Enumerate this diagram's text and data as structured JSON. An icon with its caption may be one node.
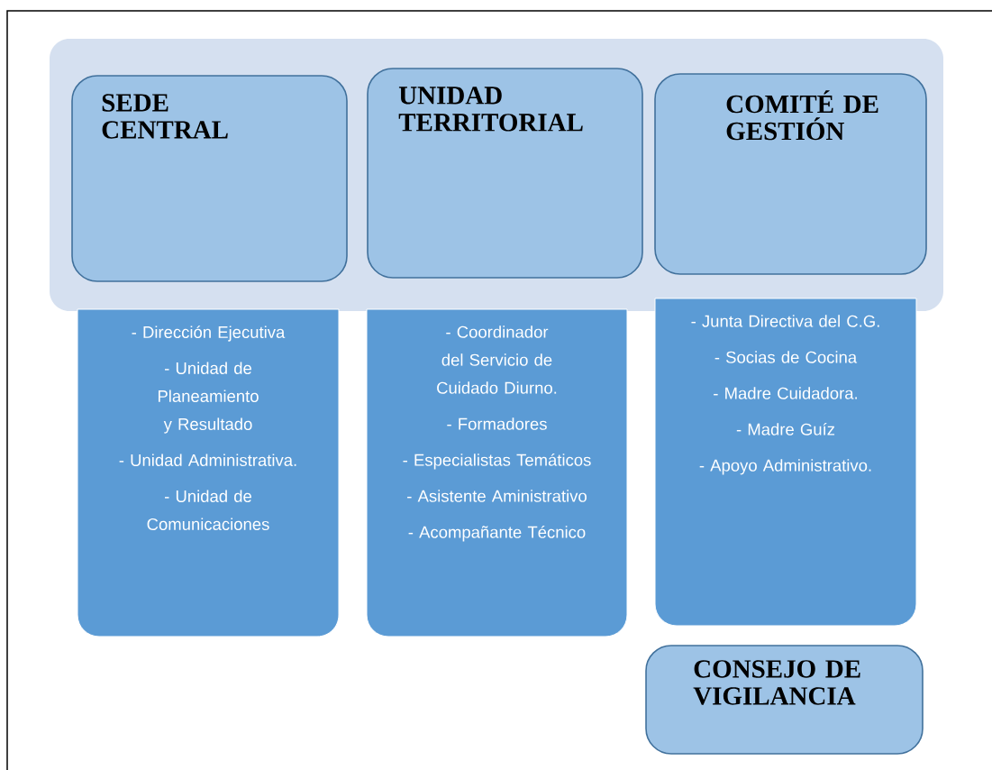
{
  "diagram": {
    "nodes": [
      {
        "text": [],
        "shape": "box"
      },
      {
        "text": [
          "SEDE CENTRAL"
        ],
        "in": 0
      },
      {
        "text": [
          "UNIDAD TERRITORIAL"
        ],
        "in": 0
      },
      {
        "text": [
          "COMITÉ DE GESTIÓN"
        ],
        "in": 0
      },
      {
        "text": [
          "- Dirección Ejecutiva",
          "- Unidad de Planeamiento y Resultado",
          "- Unidad Administrativa.",
          "- Unidad de Comunicaciones"
        ]
      },
      {
        "text": [
          "- Coordinador del Servicio de Cuidado Diurno.",
          "- Formadores",
          "- Especialistas Temáticos",
          "- Asistente Aministrativo",
          "- Acompañante Técnico"
        ]
      },
      {
        "text": [
          "- Junta Directiva del C.G.",
          "- Socias de Cocina",
          "- Madre Cuidadora.",
          "- Madre Guíz",
          "- Apoyo Administrativo."
        ]
      },
      {
        "text": [
          "CONSEJO DE VIGILANCIA"
        ]
      }
    ]
  }
}
